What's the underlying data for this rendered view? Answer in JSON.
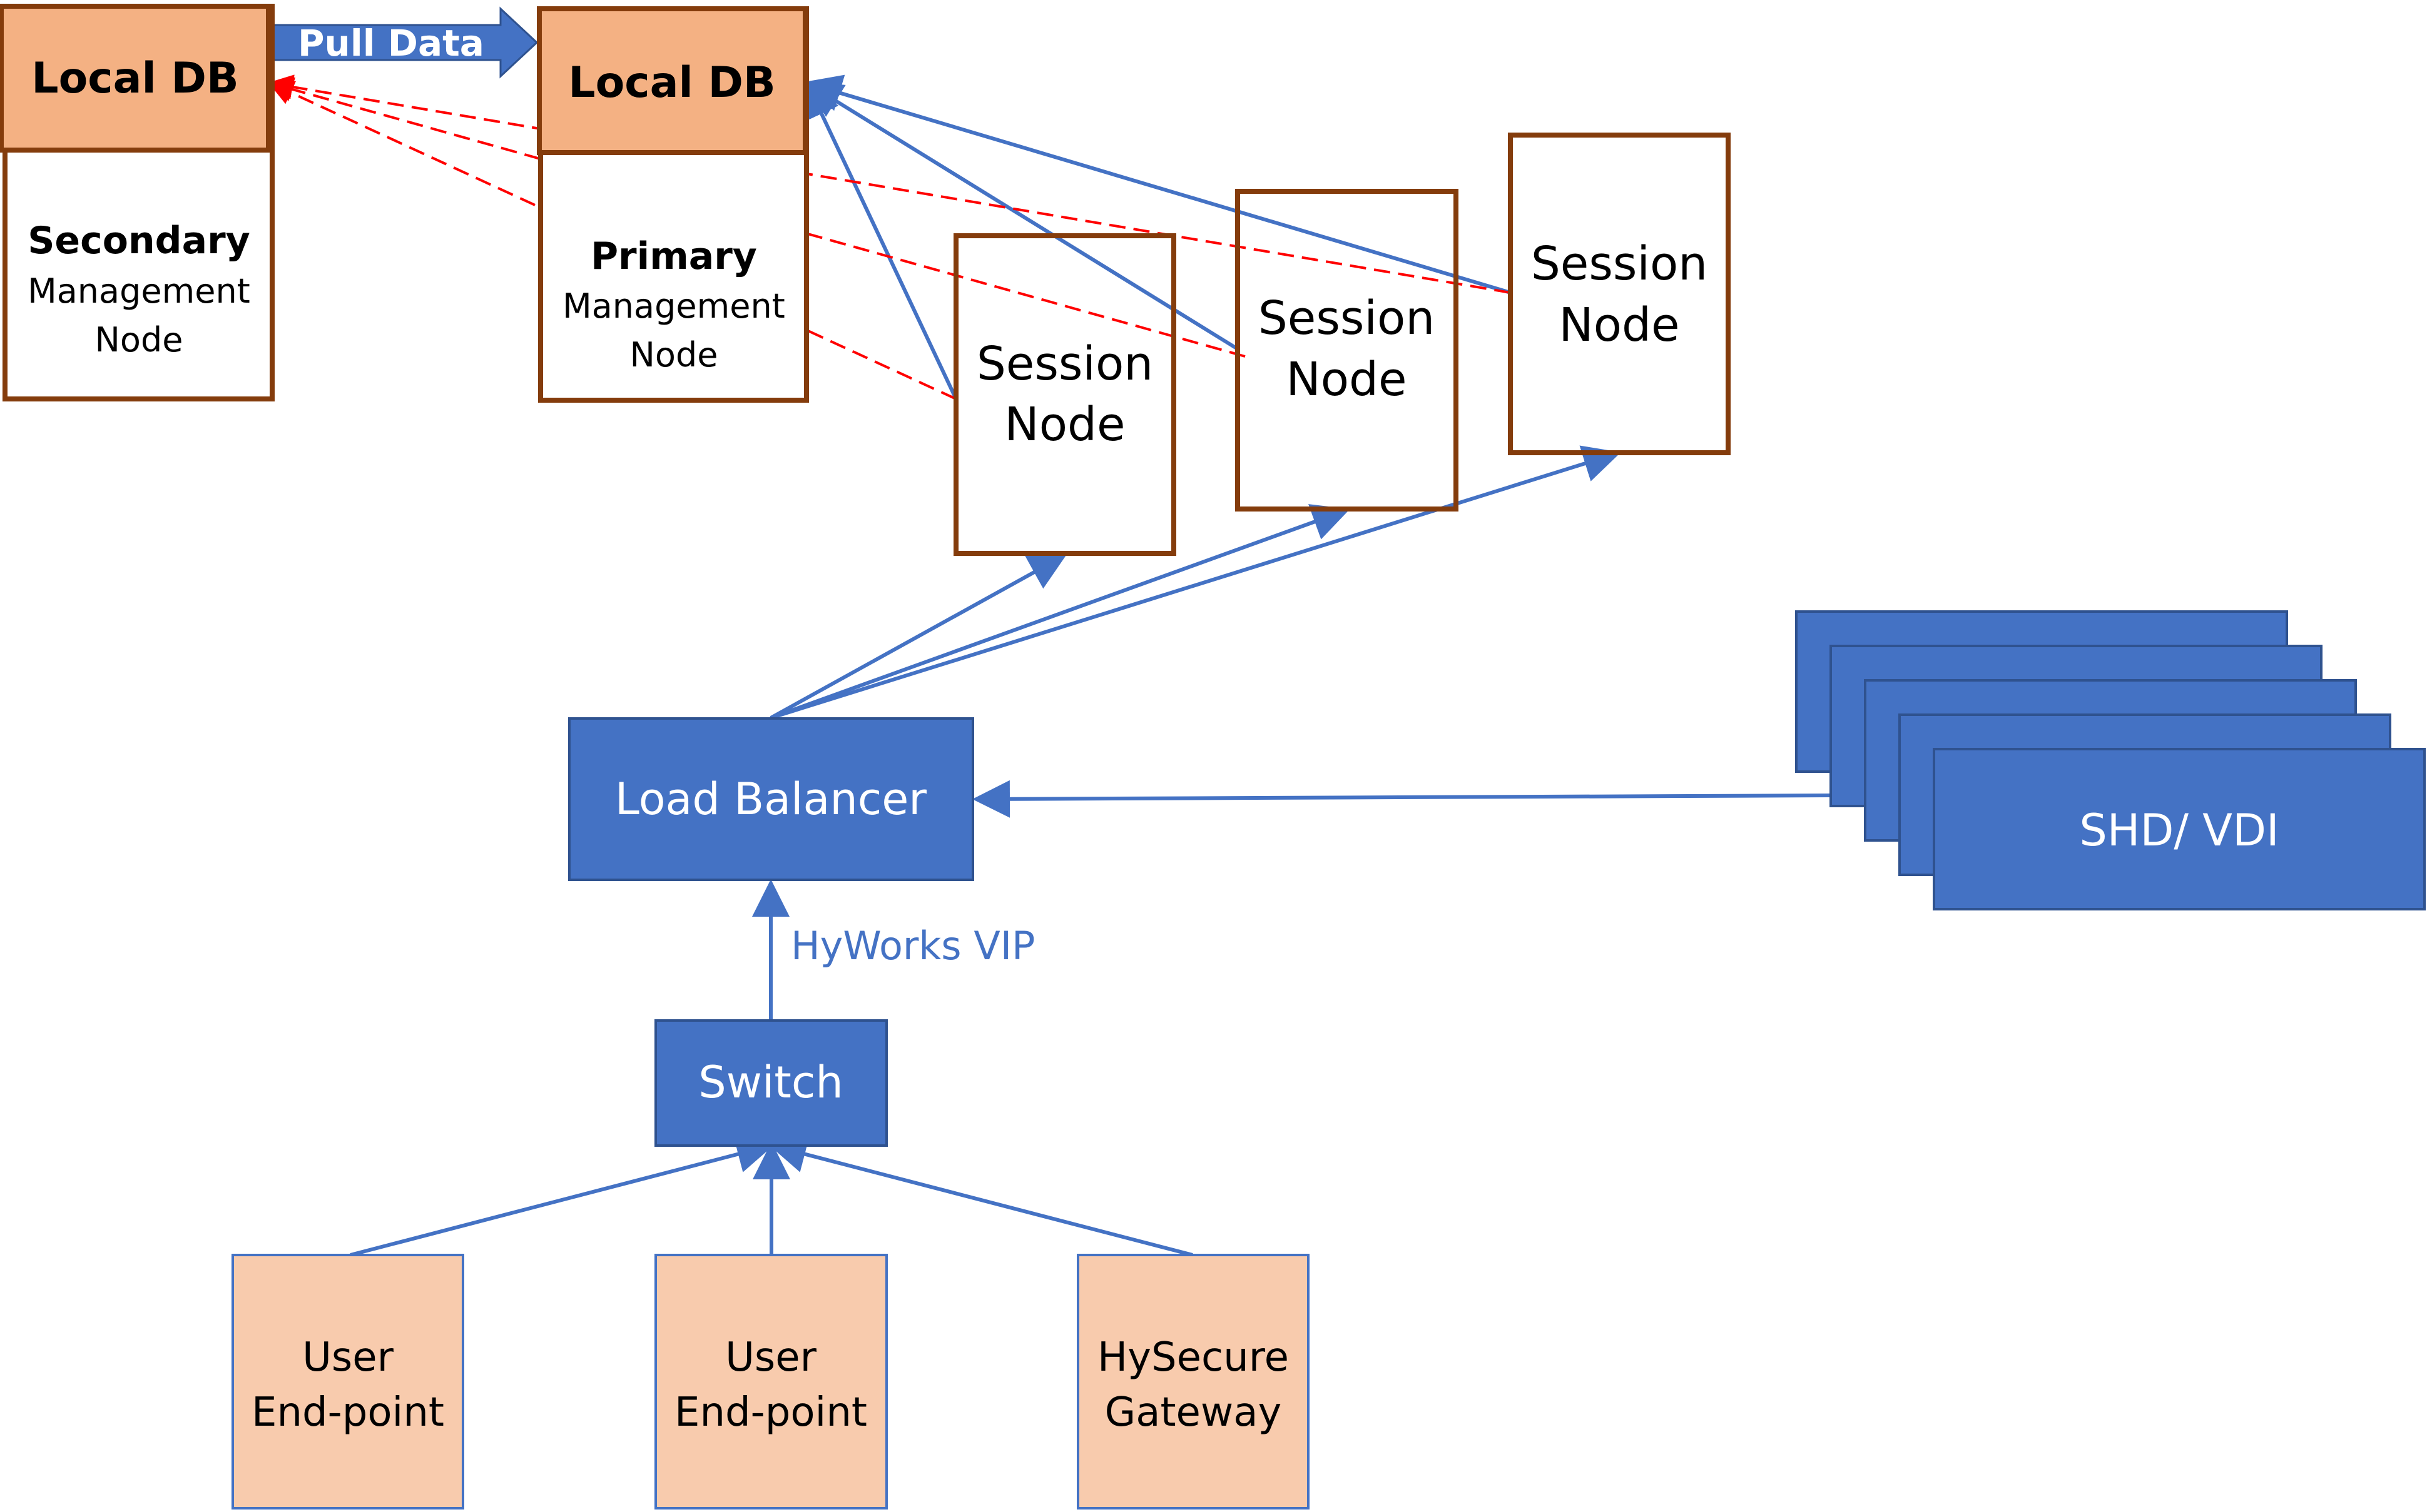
{
  "colors": {
    "node_border": "#843C0C",
    "db_fill": "#F4B183",
    "endpoint_fill": "#F8CBAD",
    "endpoint_border": "#4472C4",
    "blue_box": "#4472C4",
    "blue_box_border": "#2F528F",
    "arrow_blue": "#4472C4",
    "dashed_red": "#FF0000"
  },
  "secondary": {
    "db_label": "Local DB",
    "title": "Secondary",
    "sub1": "Management",
    "sub2": "Node"
  },
  "primary": {
    "db_label": "Local DB",
    "title": "Primary",
    "sub1": "Management",
    "sub2": "Node"
  },
  "pull_data_label": "Pull Data",
  "session_nodes": [
    {
      "line1": "Session",
      "line2": "Node"
    },
    {
      "line1": "Session",
      "line2": "Node"
    },
    {
      "line1": "Session",
      "line2": "Node"
    }
  ],
  "load_balancer_label": "Load Balancer",
  "vip_label": "HyWorks VIP",
  "switch_label": "Switch",
  "shd_vdi_label": "SHD/ VDI",
  "endpoints": [
    {
      "line1": "User",
      "line2": "End-point"
    },
    {
      "line1": "User",
      "line2": "End-point"
    },
    {
      "line1": "HySecure",
      "line2": "Gateway"
    }
  ]
}
